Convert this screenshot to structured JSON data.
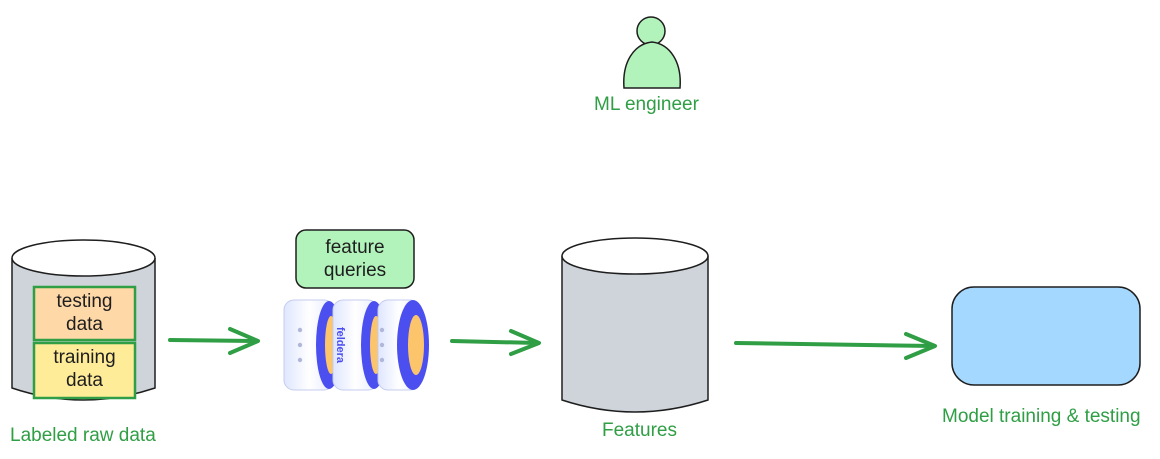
{
  "actor": {
    "label": "ML engineer",
    "icon": "person-icon"
  },
  "nodes": {
    "raw_data": {
      "label": "Labeled raw data",
      "testing": [
        "testing",
        "data"
      ],
      "training": [
        "training",
        "data"
      ]
    },
    "feature_queries": [
      "feature",
      "queries"
    ],
    "engine": {
      "logo_text": "feldera",
      "icon": "feldera-engine-icon"
    },
    "features": {
      "label": "Features"
    },
    "model": {
      "label": "Model training & testing"
    }
  },
  "colors": {
    "green_text": "#2f9e44",
    "cylinder_fill": "#ced4da",
    "testing_fill": "#ffd8a8",
    "training_fill": "#ffec99",
    "queries_fill": "#b2f2bb",
    "model_fill": "#a5d8ff",
    "engine_ring": "#4c4fef",
    "engine_core": "#fcc46b"
  }
}
